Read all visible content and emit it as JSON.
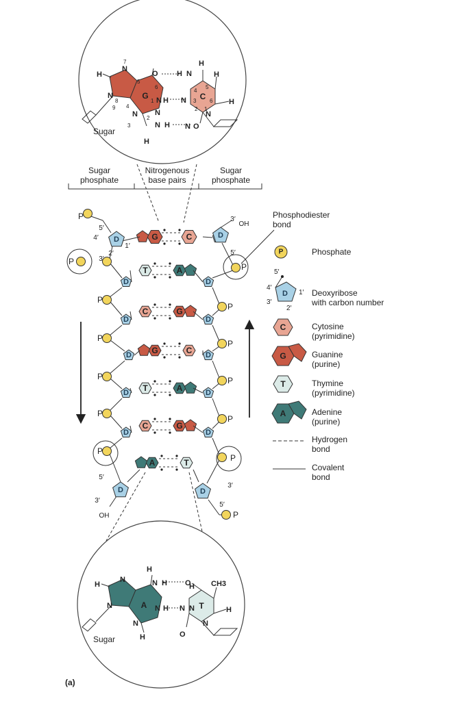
{
  "colors": {
    "guanine": "#c85a45",
    "cytosine": "#e8a593",
    "adenine": "#3f7a77",
    "thymine": "#dcebe8",
    "deoxyribose": "#a9d1e6",
    "phosphate": "#f2d55c",
    "line": "#333333"
  },
  "top_detail": {
    "g_label": "G",
    "c_label": "C",
    "sugar_label": "Sugar",
    "atoms": [
      "H",
      "N",
      "N",
      "N",
      "N",
      "N",
      "O",
      "H",
      "H",
      "N",
      "H",
      "N",
      "H",
      "H",
      "H",
      "O",
      "N",
      "N",
      "N",
      "H"
    ],
    "ring_numbers": [
      "7",
      "5",
      "6",
      "8",
      "9",
      "4",
      "1",
      "3",
      "2",
      "4",
      "5",
      "6",
      "3",
      "2",
      "1"
    ]
  },
  "column_headers": {
    "left": "Sugar\nphosphate",
    "middle": "Nitrogenous\nbase pairs",
    "right": "Sugar\nphosphate"
  },
  "helix": {
    "d_label": "D",
    "p_label": "P",
    "pairs": [
      {
        "left": "G",
        "right": "C"
      },
      {
        "left": "T",
        "right": "A"
      },
      {
        "left": "C",
        "right": "G"
      },
      {
        "left": "G",
        "right": "C"
      },
      {
        "left": "T",
        "right": "A"
      },
      {
        "left": "C",
        "right": "G"
      },
      {
        "left": "A",
        "right": "T"
      }
    ],
    "labels": {
      "five_prime": "5′",
      "three_prime": "3′",
      "four_prime": "4′",
      "two_prime": "2′",
      "one_prime": "1′",
      "oh": "OH"
    }
  },
  "legend": {
    "phosphodiester": "Phosphodiester\nbond",
    "phosphate": "Phosphate",
    "deoxyribose": "Deoxyribose\nwith carbon number",
    "cytosine": "Cytosine\n(pyrimidine)",
    "guanine": "Guanine\n(purine)",
    "thymine": "Thymine\n(pyrimidine)",
    "adenine": "Adenine\n(purine)",
    "hydrogen_bond": "Hydrogen\nbond",
    "covalent_bond": "Covalent\nbond",
    "icon_labels": {
      "p": "P",
      "d": "D",
      "c": "C",
      "g": "G",
      "t": "T",
      "a": "A"
    },
    "d_carbons": [
      "5′",
      "4′",
      "3′",
      "2′",
      "1′"
    ]
  },
  "bottom_detail": {
    "a_label": "A",
    "t_label": "T",
    "sugar_label": "Sugar",
    "atoms": [
      "H",
      "N",
      "H",
      "N",
      "H",
      "O",
      "CH3",
      "H",
      "N",
      "N",
      "H",
      "N",
      "H",
      "N",
      "N",
      "O",
      "N",
      "H"
    ]
  },
  "figure_label": "(a)"
}
